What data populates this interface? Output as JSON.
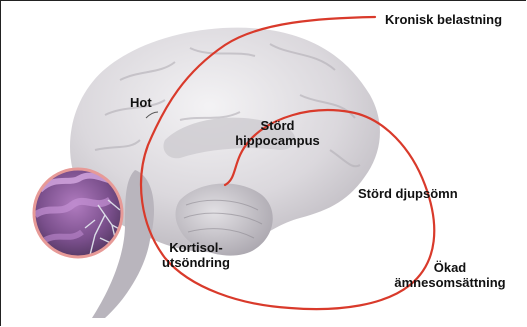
{
  "diagram": {
    "labels": {
      "chronic_load": "Kronisk belastning",
      "threat": "Hot",
      "hippocampus_line1": "Störd",
      "hippocampus_line2": "hippocampus",
      "deep_sleep": "Störd djupsömn",
      "cortisol_line1": "Kortisol-",
      "cortisol_line2": "utsöndring",
      "metabolism_line1": "Ökad",
      "metabolism_line2": "ämnesomsättning"
    },
    "colors": {
      "spiral": "#d93a2b",
      "inset_ring": "#e79a97",
      "brain_light": "#e9e7ea",
      "brain_mid": "#c9c6cc",
      "brain_dark": "#9c98a0"
    }
  }
}
